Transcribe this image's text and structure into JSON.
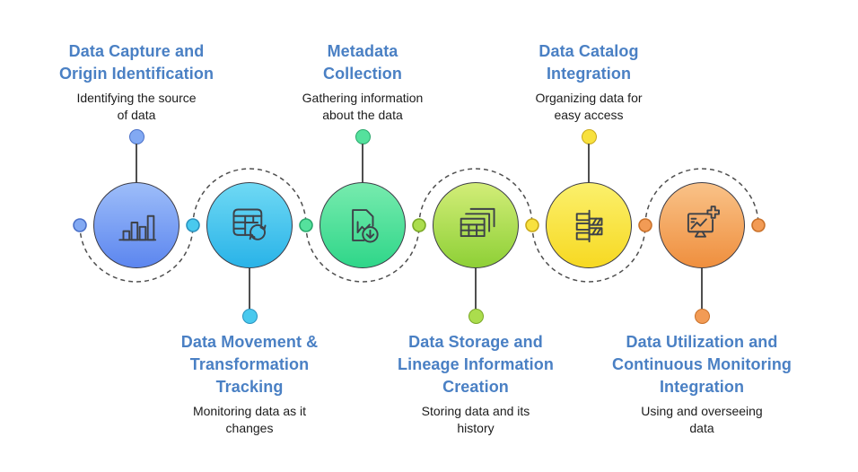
{
  "text_colors": {
    "title": "#4a80c4",
    "desc": "#1c1c1c"
  },
  "connector": {
    "line_color": "#4f4f4f",
    "dots": [
      {
        "fill": "#82a9f3",
        "stroke": "#4a70c8"
      },
      {
        "fill": "#49c9ee",
        "stroke": "#2a93bf"
      },
      {
        "fill": "#55e19d",
        "stroke": "#2aa86c"
      },
      {
        "fill": "#abdd4d",
        "stroke": "#7aa827"
      },
      {
        "fill": "#f8e13e",
        "stroke": "#c9a91a"
      },
      {
        "fill": "#f29b55",
        "stroke": "#c9712a"
      },
      {
        "fill": "#f29b55",
        "stroke": "#c9712a"
      }
    ]
  },
  "items": [
    {
      "title_lines": [
        "Data Capture and",
        "Origin Identification"
      ],
      "description_lines": [
        "Identifying the source",
        "of data"
      ],
      "icon": "bar-chart-icon",
      "colors": {
        "bubble_top": "#9dbdf9",
        "bubble_bottom": "#5c86ef",
        "dot_fill": "#82a9f3",
        "dot_stroke": "#4a70c8"
      }
    },
    {
      "title_lines": [
        "Data Movement &",
        "Transformation",
        "Tracking"
      ],
      "description_lines": [
        "Monitoring data as it",
        "changes"
      ],
      "icon": "table-sync-icon",
      "colors": {
        "bubble_top": "#6fd9f4",
        "bubble_bottom": "#29b3e8",
        "dot_fill": "#49c9ee",
        "dot_stroke": "#2a93bf"
      }
    },
    {
      "title_lines": [
        "Metadata",
        "Collection"
      ],
      "description_lines": [
        "Gathering information",
        "about the data"
      ],
      "icon": "document-download-icon",
      "colors": {
        "bubble_top": "#77ebae",
        "bubble_bottom": "#2fd689",
        "dot_fill": "#55e19d",
        "dot_stroke": "#2aa86c"
      }
    },
    {
      "title_lines": [
        "Data Storage and",
        "Lineage Information",
        "Creation"
      ],
      "description_lines": [
        "Storing data and its",
        "history"
      ],
      "icon": "stacked-tables-icon",
      "colors": {
        "bubble_top": "#d2ed78",
        "bubble_bottom": "#8ed036",
        "dot_fill": "#abdd4d",
        "dot_stroke": "#7aa827"
      }
    },
    {
      "title_lines": [
        "Data Catalog",
        "Integration"
      ],
      "description_lines": [
        "Organizing data for",
        "easy access"
      ],
      "icon": "catalog-list-icon",
      "colors": {
        "bubble_top": "#fbf06c",
        "bubble_bottom": "#f7d922",
        "dot_fill": "#f8e13e",
        "dot_stroke": "#c9a91a"
      }
    },
    {
      "title_lines": [
        "Data Utilization and",
        "Continuous Monitoring",
        "Integration"
      ],
      "description_lines": [
        "Using and overseeing",
        "data"
      ],
      "icon": "monitor-plus-icon",
      "colors": {
        "bubble_top": "#f9c288",
        "bubble_bottom": "#ef8f3e",
        "dot_fill": "#f29b55",
        "dot_stroke": "#c9712a"
      }
    }
  ]
}
